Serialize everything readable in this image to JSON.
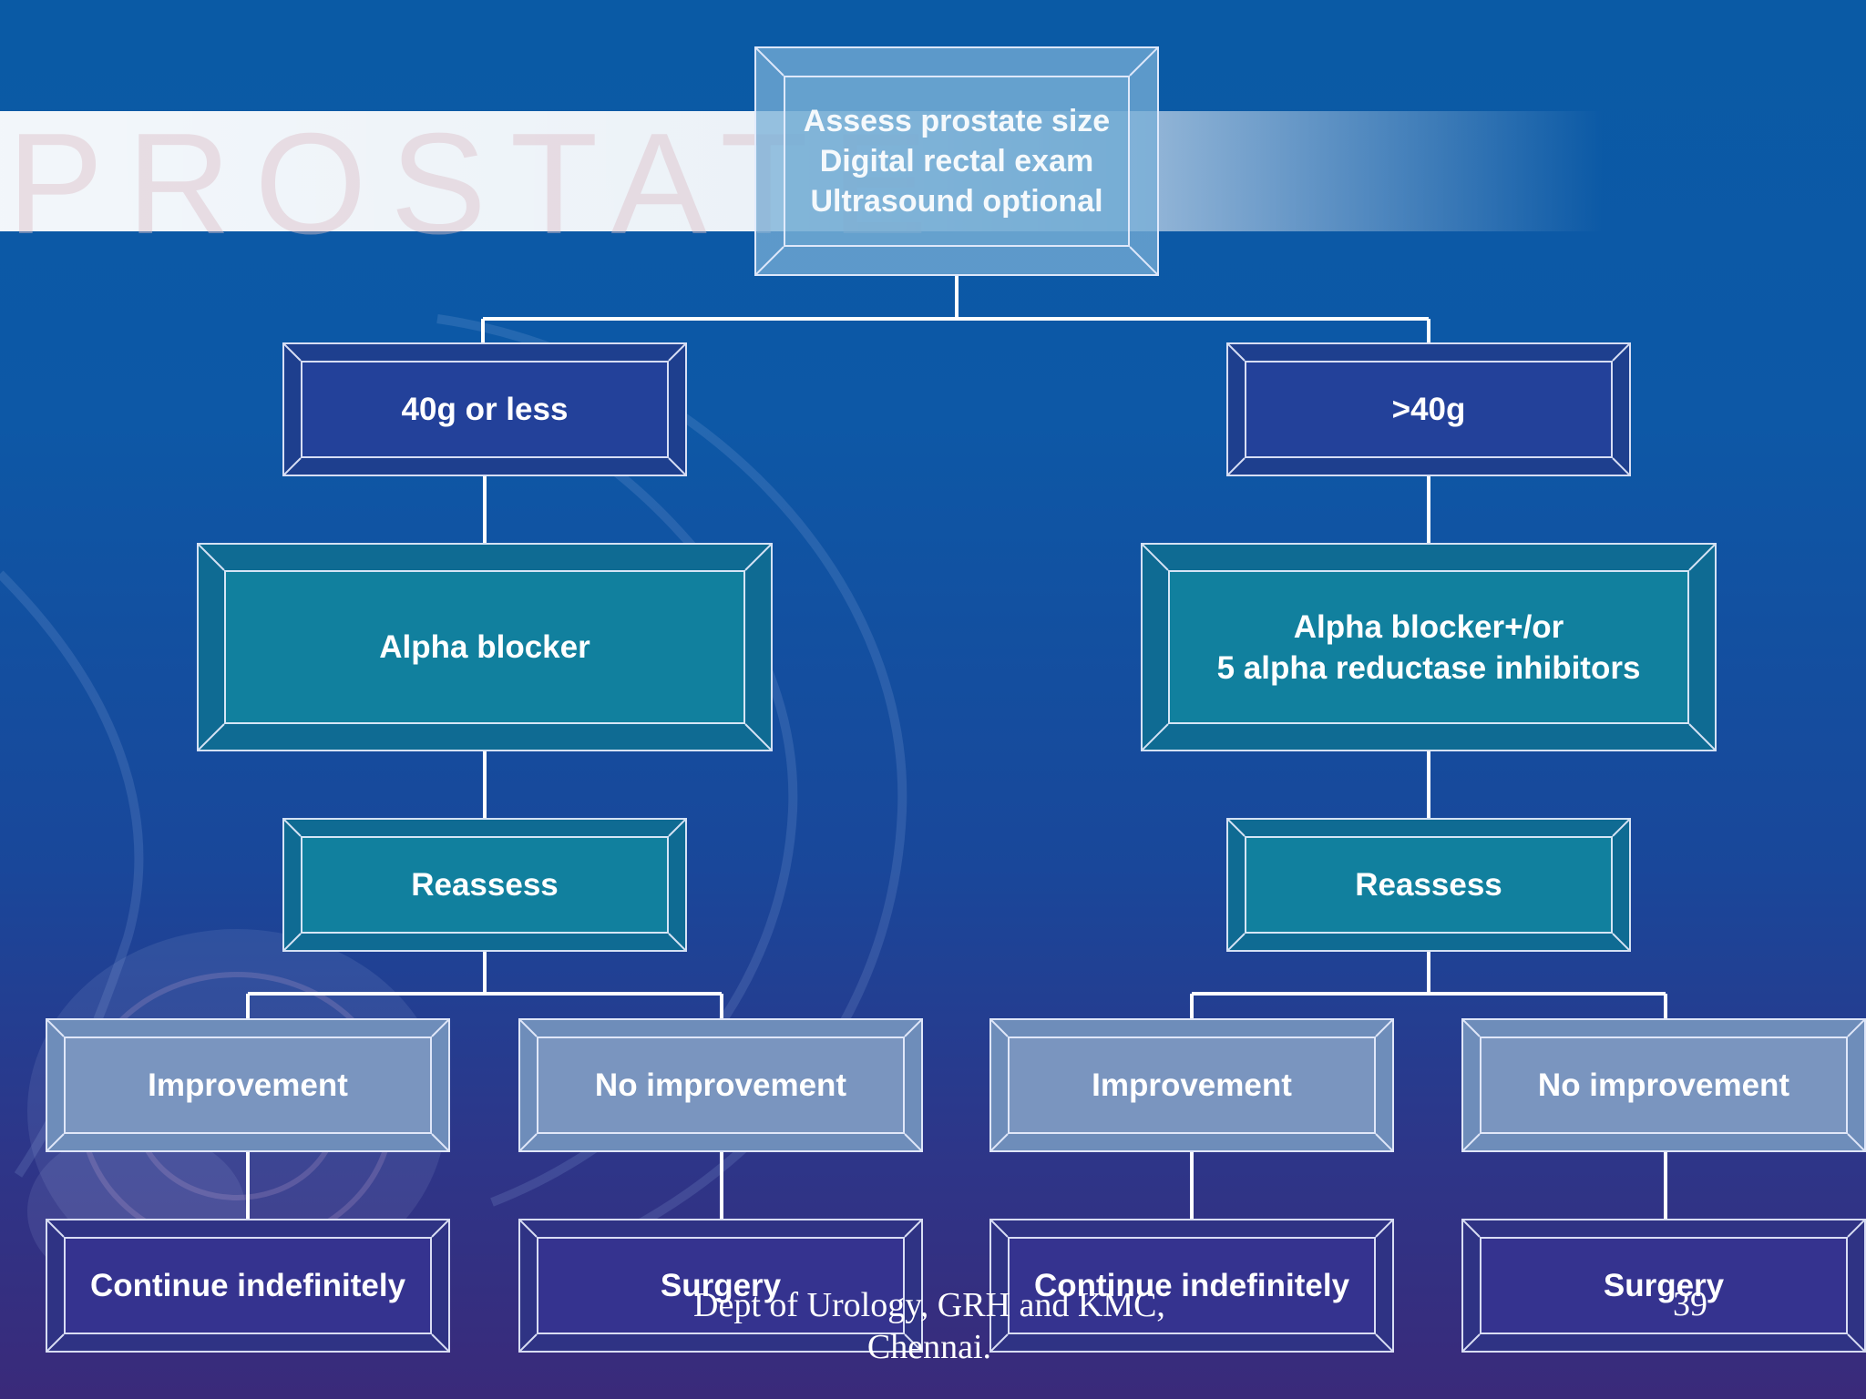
{
  "watermark": "PROSTATE",
  "nodes": {
    "root": "Assess  prostate size\nDigital  rectal  exam\nUltrasound  optional",
    "left_size": "40g or less",
    "right_size": ">40g",
    "left_treatment": "Alpha  blocker",
    "right_treatment": "Alpha blocker+/or\n5 alpha reductase inhibitors",
    "left_reassess": "Reassess",
    "right_reassess": "Reassess",
    "ll_outcome": "Improvement",
    "lr_outcome": "No  improvement",
    "rl_outcome": "Improvement",
    "rr_outcome": "No improvement",
    "ll_action": "Continue  indefinitely",
    "lr_action": "Surgery",
    "rl_action": "Continue  indefinitely",
    "rr_action": "Surgery"
  },
  "footer": {
    "line1": "Dept of Urology, GRH and KMC,",
    "line2": "Chennai.",
    "page_number": "39"
  }
}
